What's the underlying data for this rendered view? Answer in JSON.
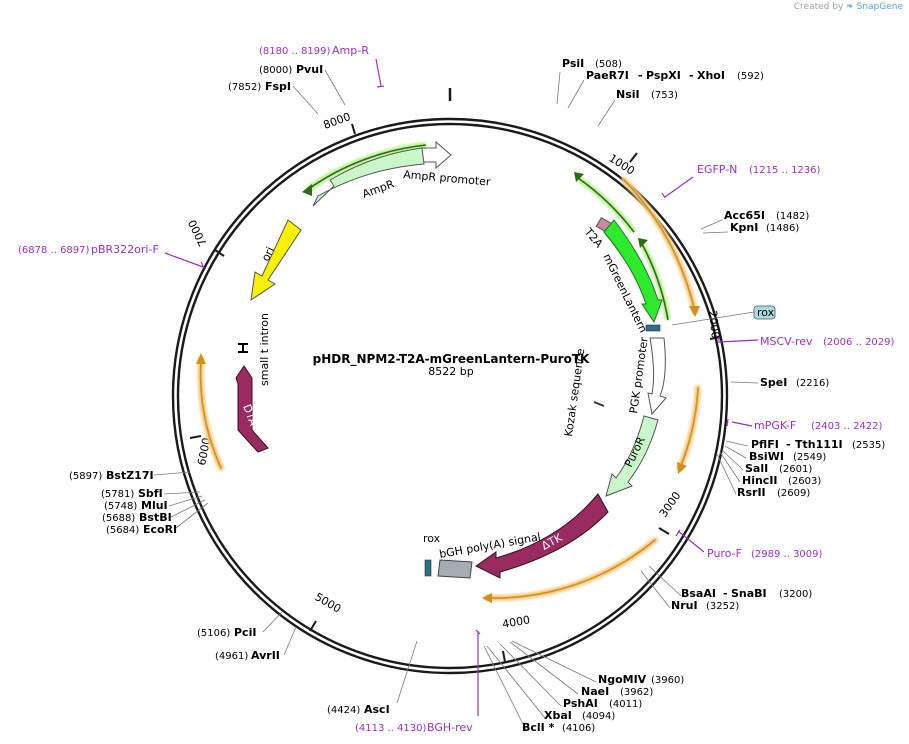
{
  "watermark": {
    "prefix": "Created by",
    "brand": "SnapGene"
  },
  "plasmid": {
    "name": "pHDR_NPM2-T2A-mGreenLantern-PuroTK",
    "length_label": "8522 bp",
    "length_bp": 8522
  },
  "ticks": [
    "1000",
    "2000",
    "3000",
    "4000",
    "5000",
    "6000",
    "7000",
    "8000"
  ],
  "sites": [
    {
      "name": "PsiI",
      "pos": "(508)"
    },
    {
      "name": "PaeR7I",
      "sep": "-",
      "name2": "PspXI",
      "sep2": "-",
      "name3": "XhoI",
      "pos": "(592)"
    },
    {
      "name": "NsiI",
      "pos": "(753)"
    },
    {
      "name": "Acc65I",
      "pos": "(1482)"
    },
    {
      "name": "KpnI",
      "pos": "(1486)"
    },
    {
      "name": "SpeI",
      "pos": "(2216)"
    },
    {
      "name": "PflFI",
      "sep": "-",
      "name2": "Tth111I",
      "pos": "(2535)"
    },
    {
      "name": "BsiWI",
      "pos": "(2549)"
    },
    {
      "name": "SalI",
      "pos": "(2601)"
    },
    {
      "name": "HincII",
      "pos": "(2603)"
    },
    {
      "name": "RsrII",
      "pos": "(2609)"
    },
    {
      "name": "BsaAI",
      "sep": "-",
      "name2": "SnaBI",
      "pos": "(3200)"
    },
    {
      "name": "NruI",
      "pos": "(3252)"
    },
    {
      "name": "NgoMIV",
      "pos": "(3960)"
    },
    {
      "name": "NaeI",
      "pos": "(3962)"
    },
    {
      "name": "PshAI",
      "pos": "(4011)"
    },
    {
      "name": "XbaI",
      "pos": "(4094)"
    },
    {
      "name": "BclI *",
      "pos": "(4106)"
    },
    {
      "name": "AscI",
      "pos": "(4424)"
    },
    {
      "name": "AvrII",
      "pos": "(4961)"
    },
    {
      "name": "PciI",
      "pos": "(5106)"
    },
    {
      "name": "EcoRI",
      "pos": "(5684)"
    },
    {
      "name": "BstBI",
      "pos": "(5688)"
    },
    {
      "name": "MluI",
      "pos": "(5748)"
    },
    {
      "name": "SbfI",
      "pos": "(5781)"
    },
    {
      "name": "BstZ17I",
      "pos": "(5897)"
    },
    {
      "name": "FspI",
      "pos": "(7852)"
    },
    {
      "name": "PvuI",
      "pos": "(8000)"
    }
  ],
  "primers": [
    {
      "name": "Amp-R",
      "range": "(8180 .. 8199)"
    },
    {
      "name": "EGFP-N",
      "range": "(1215 .. 1236)"
    },
    {
      "name": "MSCV-rev",
      "range": "(2006 .. 2029)"
    },
    {
      "name": "mPGK-F",
      "range": "(2403 .. 2422)"
    },
    {
      "name": "Puro-F",
      "range": "(2989 .. 3009)"
    },
    {
      "name": "BGH-rev",
      "range": "(4113 .. 4130)"
    },
    {
      "name": "pBR322ori-F",
      "range": "(6878 .. 6897)"
    }
  ],
  "features": {
    "t2a": "T2A",
    "mgreenlantern": "mGreenLantern",
    "rox_box": "rox",
    "pgk_promoter": "PGK promoter",
    "kozak": "Kozak sequence",
    "puror": "PuroR",
    "delta_tk": "ΔTK",
    "bgh": "bGH poly(A) signal",
    "rox_small": "rox",
    "dta": "DTA",
    "small_t_intron": "small t intron",
    "ori": "ori",
    "ampr": "AmpR",
    "ampr_promoter": "AmpR promoter"
  },
  "colors": {
    "backbone": "#1a1a1a",
    "primer": "#9b2fc7",
    "green_feature": "#2eea2e",
    "pale_green": "#c9f7c9",
    "maroon": "#9a2b61",
    "ori_yellow": "#f8f200",
    "orange_glow": "#f3c87a",
    "rox_box": "#a8dde0",
    "grey_feature": "#a6acb4",
    "teal": "#2a6f86"
  }
}
